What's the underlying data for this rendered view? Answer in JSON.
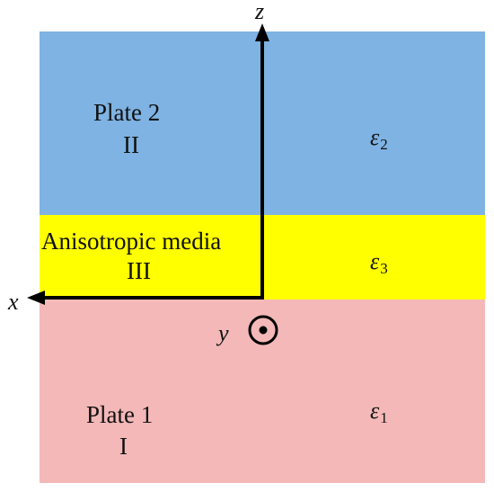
{
  "colors": {
    "plate2": "#7eb3e3",
    "anisotropic": "#ffff00",
    "plate1": "#f4b8b8",
    "axis": "#000000"
  },
  "regions": {
    "plate2": {
      "name": "Plate 2",
      "roman": "II",
      "epsilon_symbol": "ε",
      "epsilon_index": "2"
    },
    "anisotropic": {
      "name": "Anisotropic media",
      "roman": "III",
      "epsilon_symbol": "ε",
      "epsilon_index": "3"
    },
    "plate1": {
      "name": "Plate 1",
      "roman": "I",
      "epsilon_symbol": "ε",
      "epsilon_index": "1"
    }
  },
  "axes": {
    "x_label": "x",
    "y_label": "y",
    "z_label": "z"
  }
}
